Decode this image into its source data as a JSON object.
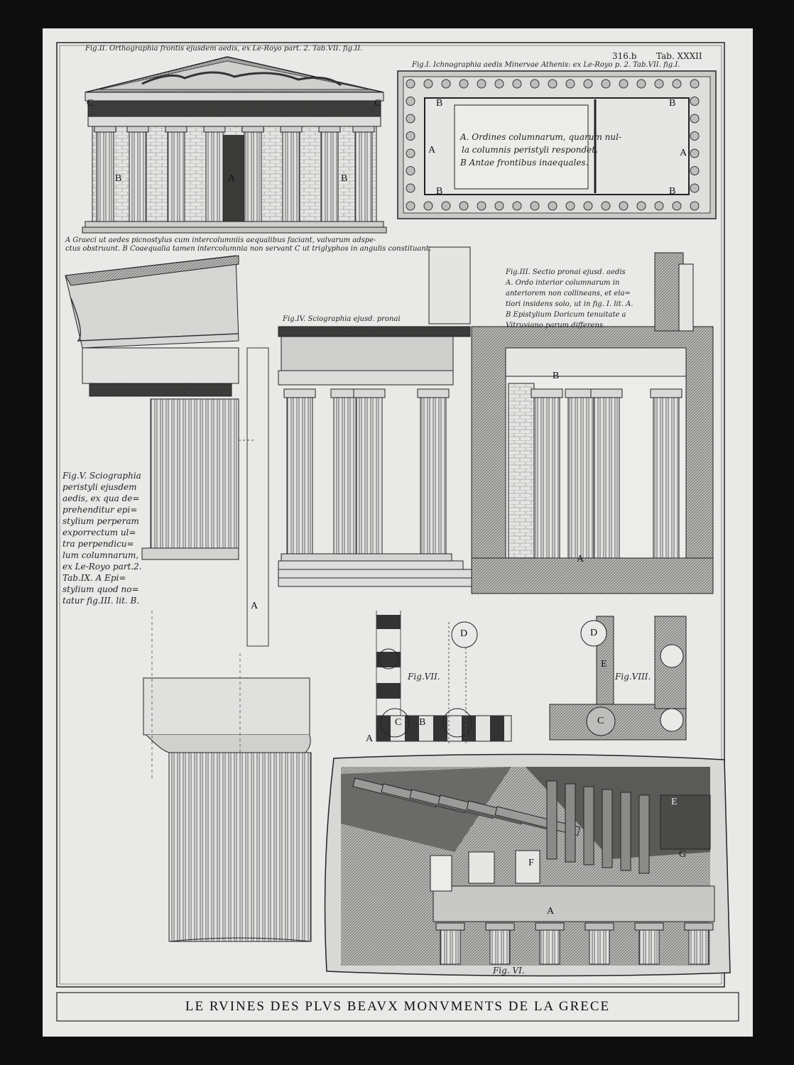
{
  "plate": {
    "number": "316.b",
    "table": "Tab. XXXII",
    "title": "LE RVINES DES PLVS BEAVX MONVMENTS DE LA GRECE"
  },
  "fig2": {
    "caption": "Fig.II. Orthographia frontis ejusdem aedis, ex Le-Royo part. 2. Tab.VII. fig.II.",
    "note_line1": "A Graeci ut aedes picnostylus cum intercolumniis aequalibus faciant, valvarum adspe-",
    "note_line2": "ctus obstruunt. B Coaequalia tamen intercolumnia non servant C ut triglyphos in angulis constituant.",
    "labels": [
      "C",
      "C",
      "B",
      "A",
      "B"
    ]
  },
  "fig1": {
    "caption": "Fig.I. Ichnographia aedis Minervae Athenis: ex Le-Royo p. 2. Tab.VII. fig.I.",
    "legend_a1": "A. Ordines columnarum, quarum nul-",
    "legend_a2": "la columnis peristyli respondet.",
    "legend_b": "B Antae frontibus inaequales.",
    "labels": [
      "B",
      "B",
      "B",
      "B",
      "A",
      "A"
    ]
  },
  "fig3": {
    "caption_lines": [
      "Fig.III. Sectio pronai ejusd. aedis",
      "A. Ordo interior columnarum in",
      "anteriorem non collineans, et ela=",
      "tiori insidens solo, ut in fig. I. lit. A.",
      "B Epistylium Doricum tenuitate a",
      "Vitruviano parum differens."
    ],
    "labels": [
      "B",
      "A"
    ]
  },
  "fig4": {
    "caption": "Fig.IV. Sciographia ejusd. pronai"
  },
  "fig5": {
    "caption_lines": [
      "Fig.V. Sciographia",
      "peristyli ejusdem",
      "aedis, ex qua de=",
      "prehenditur epi=",
      "stylium perperam",
      "exporrectum ul=",
      "tra perpendicu=",
      "lum columnarum,",
      "ex Le-Royo part.2.",
      "Tab.IX. A Epi=",
      "stylium quod no=",
      "tatur fig.III. lit. B."
    ],
    "labels": [
      "A"
    ]
  },
  "fig6": {
    "caption": "Fig. VI.",
    "labels": [
      "E",
      "F",
      "G",
      "A"
    ]
  },
  "fig7": {
    "caption": "Fig.VII.",
    "labels": [
      "D",
      "A",
      "C",
      "B"
    ]
  },
  "fig8": {
    "caption": "Fig.VIII.",
    "labels": [
      "D",
      "E",
      "C"
    ]
  }
}
